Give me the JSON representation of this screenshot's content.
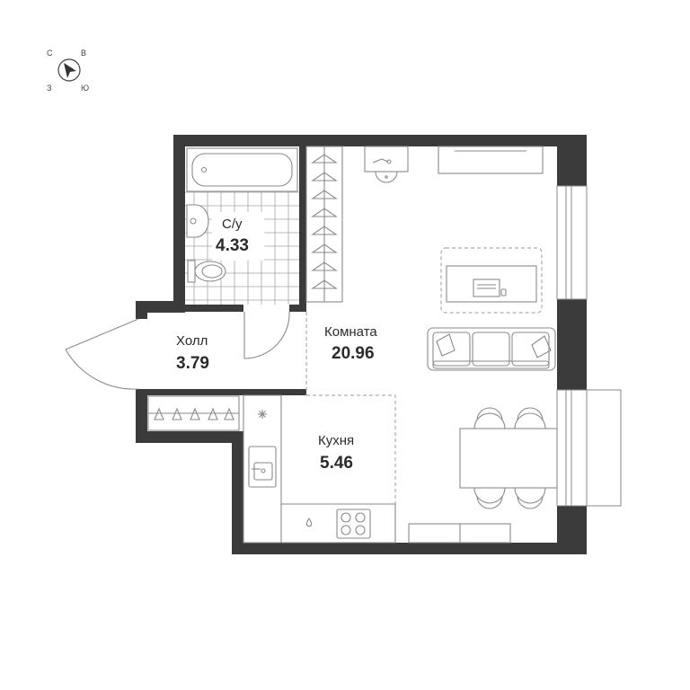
{
  "compass": {
    "north": "С",
    "east": "В",
    "west": "З",
    "south": "Ю"
  },
  "rooms": {
    "bathroom": {
      "name": "С/у",
      "area": "4.33"
    },
    "hall": {
      "name": "Холл",
      "area": "3.79"
    },
    "room": {
      "name": "Комната",
      "area": "20.96"
    },
    "kitchen": {
      "name": "Кухня",
      "area": "5.46"
    }
  },
  "colors": {
    "wall": "#3b3b3b",
    "fixture": "#8a8a8a",
    "text": "#2b2b2b",
    "background": "#ffffff"
  }
}
